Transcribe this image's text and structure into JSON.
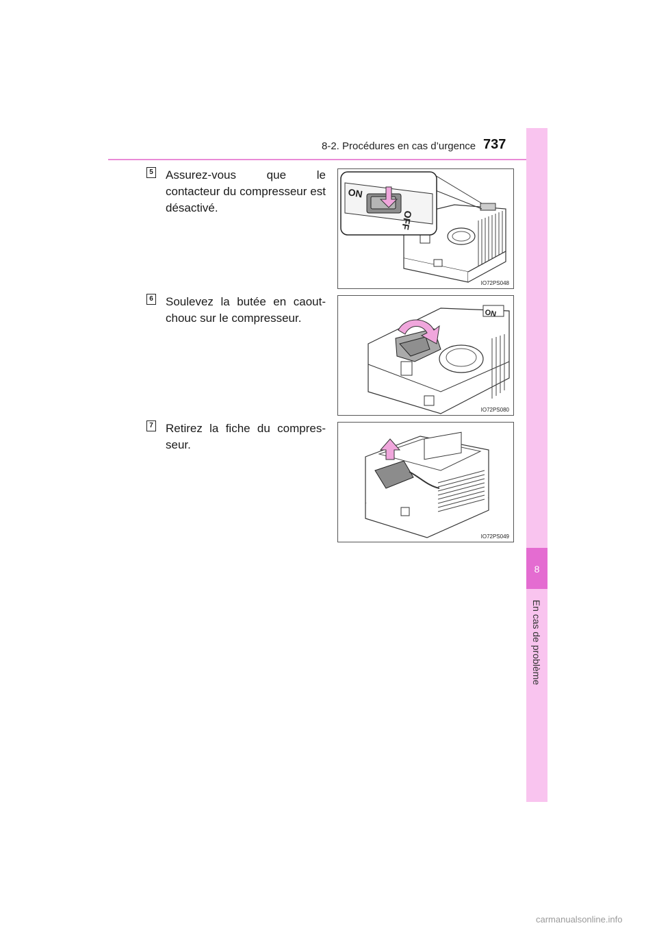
{
  "header": {
    "section": "8-2. Procédures en cas d’urgence",
    "page_number": "737"
  },
  "side_tab": {
    "chapter_number": "8",
    "chapter_title": "En cas de problème"
  },
  "steps": [
    {
      "number": "5",
      "text": "Assurez-vous que le contacteur du compresseur est désactivé.",
      "figure_code": "IO72PS048",
      "labels": [
        "ON",
        "OFF"
      ]
    },
    {
      "number": "6",
      "text": "Soulevez la butée en caout-chouc sur le compresseur.",
      "figure_code": "IO72PS080",
      "labels": [
        "ON"
      ]
    },
    {
      "number": "7",
      "text": "Retirez la fiche du compres-seur.",
      "figure_code": "IO72PS049"
    }
  ],
  "watermark": "carmanualsonline.info",
  "colors": {
    "accent_pink": "#e98ad6",
    "tab_light": "#f9c4ef",
    "tab_dark": "#e46cd1",
    "arrow_pink": "#f0a6dc"
  }
}
